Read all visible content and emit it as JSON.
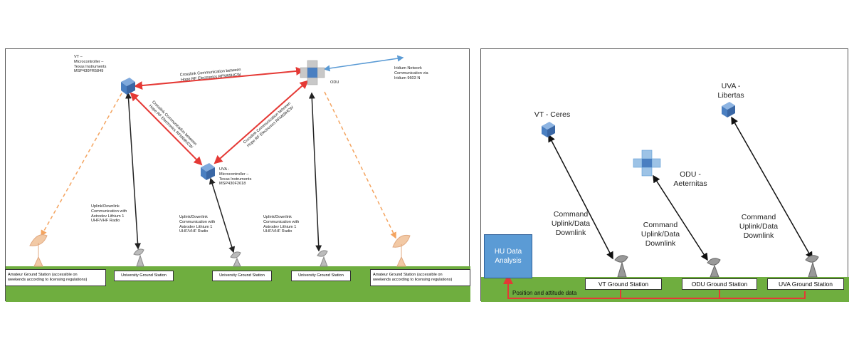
{
  "left_panel": {
    "nodes": {
      "vt_label": "VT –\nMicrocontroller –\nTexas Instruments\nMSP430FR5849",
      "odu_label": "ODU",
      "uva_label": "UVA -\nMicrocontroller –\nTexas Instruments\nMSP430F2618",
      "iridium_label": "Iridium Network\nCommunication via\nIridium 9603 N"
    },
    "crosslinks": {
      "vt_odu": "Crosslink Communication between\nHope RF Electronics RFM69HCW",
      "vt_uva": "Crosslink Communication between\nHope RF Electronics RFM69HCW",
      "odu_uva": "Crosslink Communication between\nHope RF Electronics RFM69HCW"
    },
    "uplinks": {
      "vt": "Uplink/Downlink\nCommunication with\nAstrodev Lithium 1\nUHF/VHF Radio",
      "uva": "Uplink/Downlink\nCommunication with\nAstrodev Lithium 1\nUHF/VHF Radio",
      "odu": "Uplink/Downlink\nCommunication with\nAstrodev Lithium 1\nUHF/VHF Radio"
    },
    "ground_stations": [
      "Amateur Ground Station (accessible on\nweekends according to licensing regulations)",
      "University Ground Station",
      "University Ground Station",
      "University Ground Station",
      "Amateur Ground Station (accessible on\nweekends according to licensing regulations)"
    ]
  },
  "right_panel": {
    "satellites": {
      "vt": "VT - Ceres",
      "uva": "UVA -\nLibertas",
      "odu": "ODU -\nAeternitas"
    },
    "link_labels": [
      "Command\nUplink/Data\nDownlink",
      "Command\nUplink/Data\nDownlink",
      "Command\nUplink/Data\nDownlink"
    ],
    "hu_box": "HU Data\nAnalysis",
    "ground_stations": [
      "VT Ground Station",
      "ODU Ground Station",
      "UVA Ground Station"
    ],
    "position_label": "Position and attitude data"
  },
  "colors": {
    "ground": "#6fae3f",
    "satellite": "#4a7fc1",
    "crosslink": "#e53935",
    "iridium": "#5b9bd5",
    "amateur": "#f4a460",
    "hu_box": "#5b9bd5"
  }
}
